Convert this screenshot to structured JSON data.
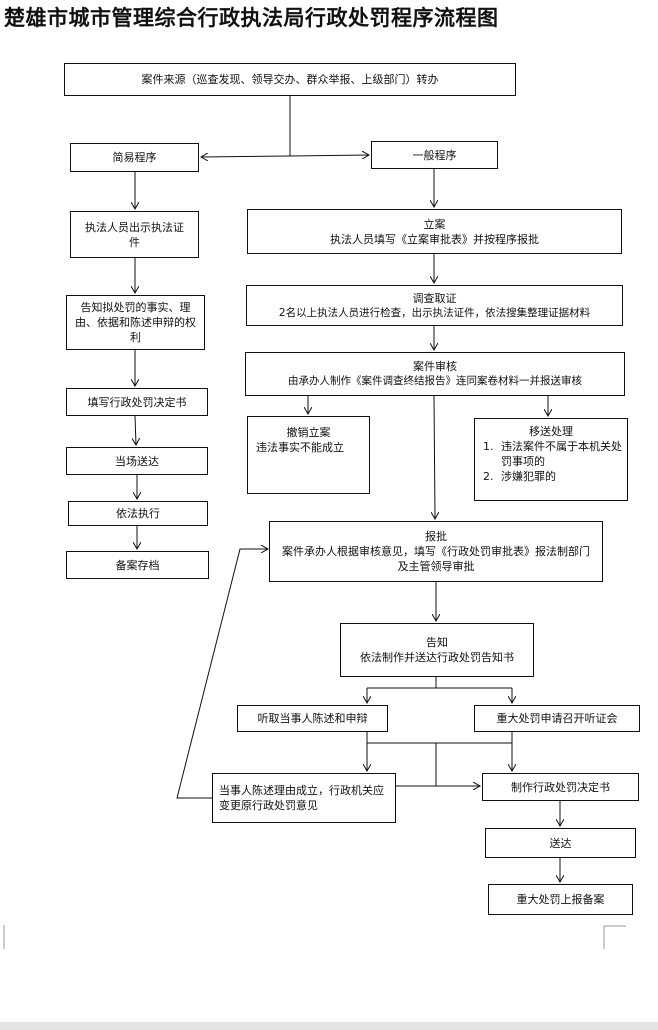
{
  "title": "楚雄市城市管理综合行政执法局行政处罚程序流程图",
  "nodes": {
    "source": "案件来源（巡查发现、领导交办、群众举报、上级部门）转办",
    "simple": "简易程序",
    "general": "一般程序",
    "show_id": "执法人员出示执法证件",
    "inform_rights": "告知拟处罚的事实、理由、依据和陈述申辩的权利",
    "fill_decision": "填写行政处罚决定书",
    "deliver_onsite": "当场送达",
    "execute": "依法执行",
    "archive": "备案存档",
    "file_case": {
      "title": "立案",
      "detail": "执法人员填写《立案审批表》并按程序报批"
    },
    "investigate": {
      "title": "调查取证",
      "detail": "2名以上执法人员进行检查，出示执法证件，依法搜集整理证据材料"
    },
    "review": {
      "title": "案件审核",
      "detail": "由承办人制作《案件调查终结报告》连同案卷材料一并报送审核"
    },
    "revoke": {
      "title": "撤销立案",
      "detail": "违法事实不能成立"
    },
    "transfer": {
      "title": "移送处理",
      "items": [
        "违法案件不属于本机关处罚事项的",
        "涉嫌犯罪的"
      ]
    },
    "approve": {
      "title": "报批",
      "detail": "案件承办人根据审核意见，填写《行政处罚审批表》报法制部门及主管领导审批"
    },
    "notify": {
      "title": "告知",
      "detail": "依法制作并送达行政处罚告知书"
    },
    "hear_statement": "听取当事人陈述和申辩",
    "hearing": "重大处罚申请召开听证会",
    "change_opinion": "当事人陈述理由成立，行政机关应变更原行政处罚意见",
    "make_decision": "制作行政处罚决定书",
    "deliver": "送达",
    "report_major": "重大处罚上报备案"
  }
}
